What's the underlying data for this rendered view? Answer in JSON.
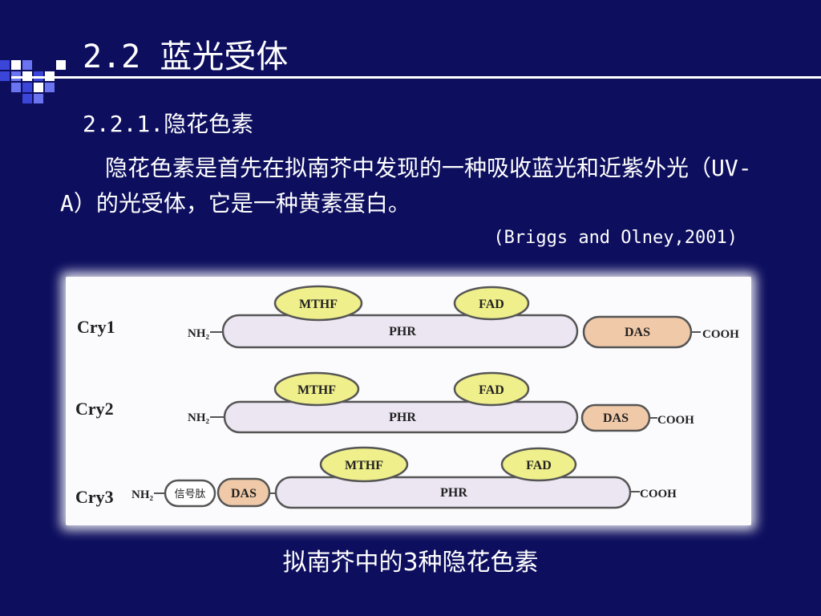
{
  "slide": {
    "title": "2.2 蓝光受体",
    "sub_heading": "2.2.1.隐花色素",
    "paragraph": "隐花色素是首先在拟南芥中发现的一种吸收蓝光和近紫外光（UV-A）的光受体，它是一种黄素蛋白。",
    "citation": "(Briggs and Olney,2001)",
    "caption": "拟南芥中的3种隐花色素"
  },
  "figure": {
    "rows": [
      {
        "label": "Cry1",
        "n_term": "NH₂",
        "c_term": "COOH",
        "domains": [
          "PHR",
          "DAS"
        ],
        "cofactors": [
          "MTHF",
          "FAD"
        ]
      },
      {
        "label": "Cry2",
        "n_term": "NH₂",
        "c_term": "COOH",
        "domains": [
          "PHR",
          "DAS"
        ],
        "cofactors": [
          "MTHF",
          "FAD"
        ]
      },
      {
        "label": "Cry3",
        "n_term": "NH₂",
        "c_term": "COOH",
        "signal": "信号肽",
        "domains": [
          "DAS",
          "PHR"
        ],
        "cofactors": [
          "MTHF",
          "FAD"
        ]
      }
    ],
    "colors": {
      "phr": "#ece6f3",
      "das": "#f0c9a8",
      "cofactor": "#efef8c",
      "signal": "#ffffff",
      "outline": "#555555"
    }
  }
}
